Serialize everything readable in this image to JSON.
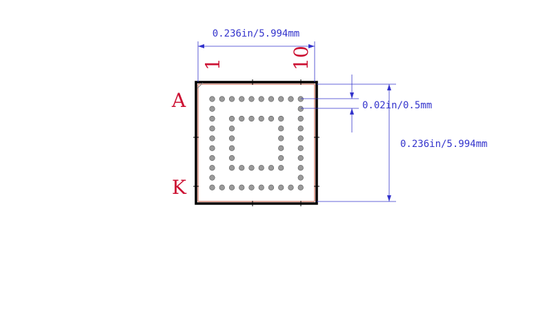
{
  "dimensions": {
    "width_label": "0.236in/5.994mm",
    "height_label": "0.236in/5.994mm",
    "pitch_label": "0.02in/0.5mm"
  },
  "grid_labels": {
    "col_first": "1",
    "col_last": "10",
    "row_first": "A",
    "row_last": "K"
  },
  "colors": {
    "dimension": "#3333cc",
    "label": "#cc1133",
    "outline": "#000000",
    "ball_fill": "#9a9a9a",
    "ball_stroke": "#555555",
    "silk": "#d98b7a"
  },
  "package": {
    "columns": 10,
    "rows": 10,
    "inner_ring_span": [
      2,
      7
    ]
  }
}
